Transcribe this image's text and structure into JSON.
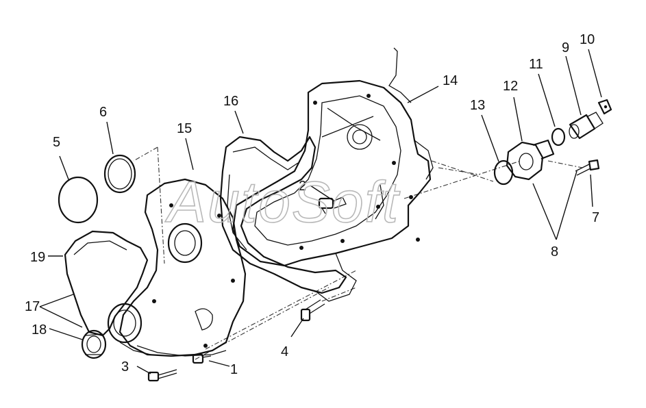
{
  "watermark": "AutoSoft",
  "callouts": [
    "1",
    "2",
    "3",
    "4",
    "5",
    "6",
    "7",
    "8",
    "9",
    "10",
    "11",
    "12",
    "13",
    "14",
    "15",
    "16",
    "17",
    "18",
    "19"
  ],
  "colors": {
    "ink": "#111111",
    "watermark": "#b8b8b8",
    "background": "#ffffff"
  }
}
